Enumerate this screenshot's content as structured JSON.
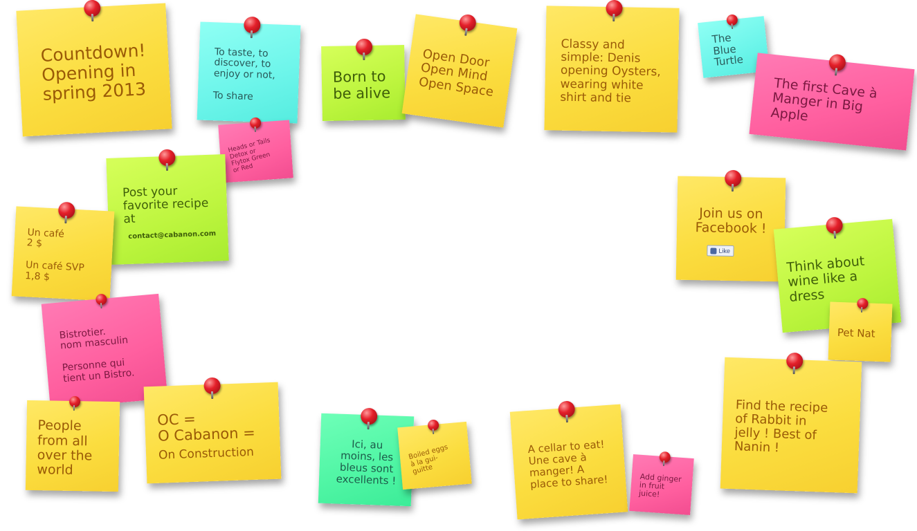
{
  "notes": {
    "countdown": "Countdown!\nOpening in\nspring 2013",
    "taste": "To taste, to\ndiscover, to\nenjoy or not,\n\nTo share",
    "heads": "Heads or Tails\nDetox or\nFlytox Green\nor Red",
    "born": "Born to\nbe alive",
    "open": "Open Door\nOpen Mind\nOpen Space",
    "classy": "Classy and\nsimple: Denis\nopening Oysters,\nwearing white\nshirt and tie",
    "turtle": "The\nBlue\nTurtle",
    "cave": "The first Cave à\nManger in Big\nApple",
    "recipe": "Post your\nfavorite recipe\nat",
    "recipe_email": "contact@cabanon.com",
    "cafe": "Un café\n2 $\n\nUn café SVP\n1,8 $",
    "bistro": "Bistrotier.\nnom masculin\n\nPersonne qui\ntient un Bistro.",
    "people": "People\nfrom all\nover the\nworld",
    "oc": "OC =\nO Cabanon =",
    "oc_sub": "On Construction",
    "ici": "Ici, au\nmoins, les\nbleus sont\nexcellents !",
    "eggs": "Boiled eggs\nà la gui-\nguitte",
    "cellar": "A cellar to eat!\nUne cave à\nmanger! A\nplace to share!",
    "ginger": "Add ginger\nin fruit\njuice!",
    "facebook": "Join us on\nFacebook !",
    "like_label": "Like",
    "wine": "Think about\nwine like a\ndress",
    "petnat": "Pet Nat",
    "rabbit": "Find the recipe\nof Rabbit in\njelly ! Best of\nNanin !"
  },
  "icons": {
    "pin": "pushpin-icon",
    "like": "thumbs-up-icon"
  },
  "colors": {
    "yellow": "#fbdd3f",
    "cyan": "#6cf5ea",
    "green": "#bdf53e",
    "pink": "#ff5f9f",
    "mint": "#4ff5a4"
  }
}
